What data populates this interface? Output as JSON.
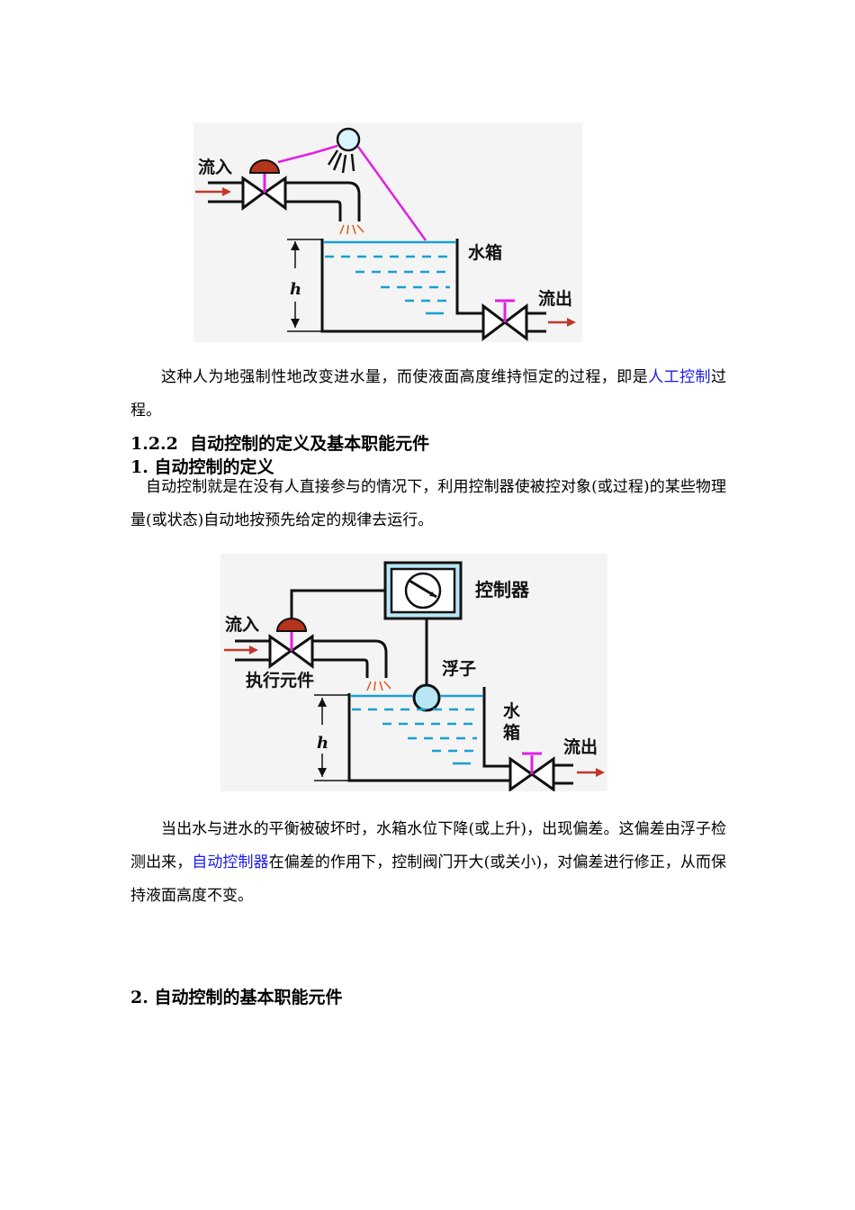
{
  "figure1": {
    "inflow_label": "流入",
    "tank_label": "水箱",
    "outflow_label": "流出",
    "height_label": "h"
  },
  "paragraph1": {
    "text_before": "这种人为地强制性地改变进水量，而使液面高度维持恒定的过程，即是",
    "link": "人工控制",
    "text_after": "过程。"
  },
  "section_heading": "1.2.2  自动控制的定义及基本职能元件",
  "subheading1": "1. 自动控制的定义",
  "paragraph2": "自动控制就是在没有人直接参与的情况下，利用控制器使被控对象(或过程)的某些物理量(或状态)自动地按预先给定的规律去运行。",
  "figure2": {
    "controller_label": "控制器",
    "inflow_label": "流入",
    "actuator_label": "执行元件",
    "float_label": "浮子",
    "tank_label_1": "水",
    "tank_label_2": "箱",
    "outflow_label": "流出",
    "height_label": "h"
  },
  "paragraph3": {
    "text_before": "当出水与进水的平衡被破坏时，水箱水位下降(或上升)，出现偏差。这偏差由浮子检测出来，",
    "link": "自动控制器",
    "text_after": "在偏差的作用下，控制阀门开大(或关小)，对偏差进行修正，从而保持液面高度不变。"
  },
  "subheading2": "2. 自动控制的基本职能元件"
}
